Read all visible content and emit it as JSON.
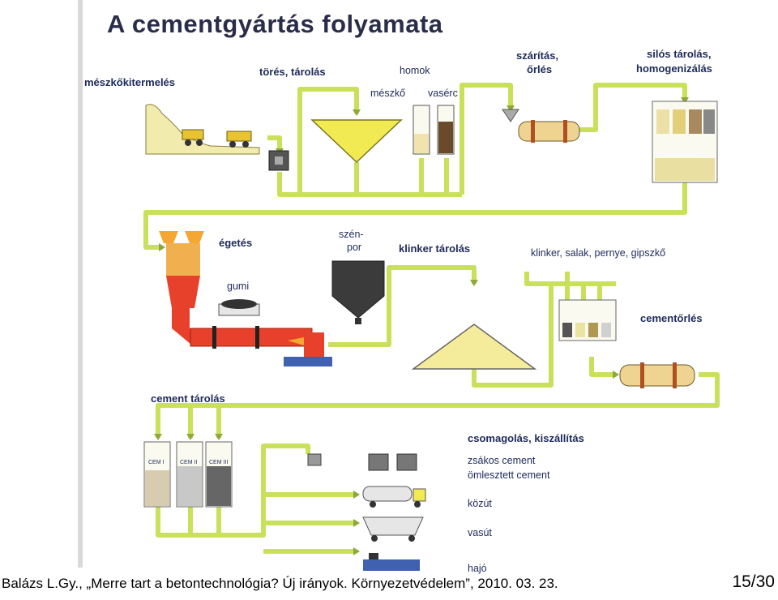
{
  "slide": {
    "title": "A cementgyártás folyamata",
    "footer": "Balázs L.Gy., „Merre tart a betontechnológia? Új irányok. Környezetvédelem”, 2010. 03. 23.",
    "page": "15/30"
  },
  "labels": {
    "meszkokitermeles": "mészkőkitermelés",
    "tores_tarolas": "törés, tárolás",
    "homok": "homok",
    "meszko": "mészkő",
    "vaserc": "vasérc",
    "szaritas_line1": "szárítás,",
    "szaritas_line2": "őrlés",
    "silos_line1": "silós tárolás,",
    "silos_line2": "homogenizálás",
    "egetes": "égetés",
    "gumi": "gumi",
    "szenpor_line1": "szén-",
    "szenpor_line2": "por",
    "klinker_tarolas": "klinker tárolás",
    "adalekok": "klinker, salak, pernye, gipszkő",
    "cementorles": "cementőrlés",
    "cement_tarolas": "cement tárolás",
    "silo1": "CEM I",
    "silo2": "CEM II",
    "silo3": "CEM III",
    "csomagolas": "csomagolás, kiszállítás",
    "zsakos": "zsákos cement",
    "omlesztett": "ömlesztett cement",
    "kozut": "közút",
    "vasut": "vasút",
    "hajo": "hajó"
  },
  "colors": {
    "conveyor": "#c9e05a",
    "conveyor_dark": "#8fa83a",
    "pile": "#f1ea52",
    "kiln": "#e8412b",
    "flame": "#f4a733",
    "label": "#1d2a5a",
    "mill": "#eed490"
  }
}
